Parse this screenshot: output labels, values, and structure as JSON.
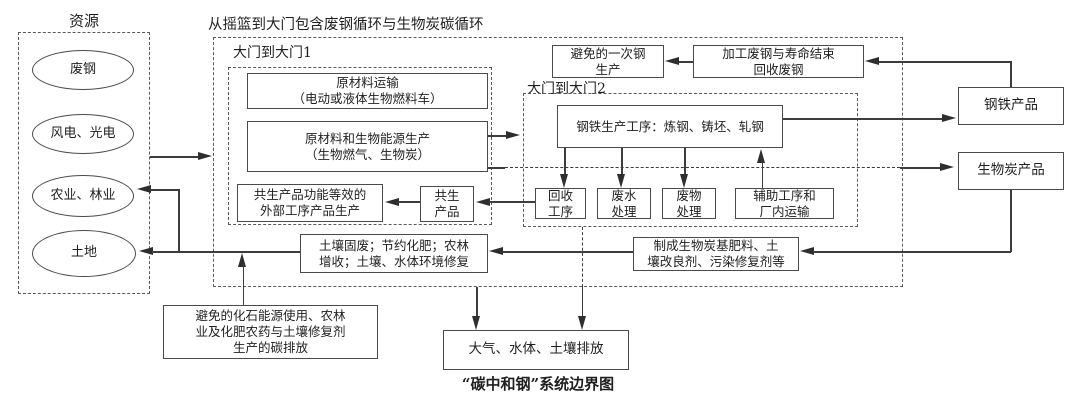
{
  "diagram": {
    "title": "从摇篮到大门包含废钢循环与生物炭碳循环",
    "caption": "“碳中和钢”系统边界图",
    "line_color": "#3d3d3d",
    "border_color": "#4a4a4a"
  },
  "resources": {
    "label": "资源",
    "items": [
      {
        "label": "废钢"
      },
      {
        "label": "风电、光电"
      },
      {
        "label": "农业、林业"
      },
      {
        "label": "土地"
      }
    ]
  },
  "gate1": {
    "label": "大门到大门1",
    "transport": "原材料运输\n（电动或液体生物燃料车）",
    "bioenergy": "原材料和生物能源生产\n（生物燃气、生物炭）",
    "external_process": "共生产品功能等效的\n外部工序产品生产",
    "coproduct": "共生\n产品"
  },
  "gate2": {
    "label": "大门到大门2",
    "steel_process": "钢铁生产工序：炼钢、铸坯、轧钢",
    "recycle": "回收\n工序",
    "wastewater": "废水\n处理",
    "waste": "废物\n处理",
    "auxiliary": "辅助工序和\n厂内运输"
  },
  "nodes": {
    "avoided_primary_steel": "避免的一次钢\n生产",
    "scrap_processing": "加工废钢与寿命结束\n回收废钢",
    "steel_product": "钢铁产品",
    "biochar_product": "生物炭产品",
    "biochar_fertilizer": "制成生物炭基肥料、土\n壤改良剂、污染修复剂等",
    "soil_benefits": "土壤固废；节约化肥；农林\n增收；土壤、水体环境修复",
    "avoided_fossil": "避免的化石能源使用、农林\n业及化肥农药与土壤修复剂\n生产的碳排放",
    "emissions": "大气、水体、土壤排放"
  }
}
